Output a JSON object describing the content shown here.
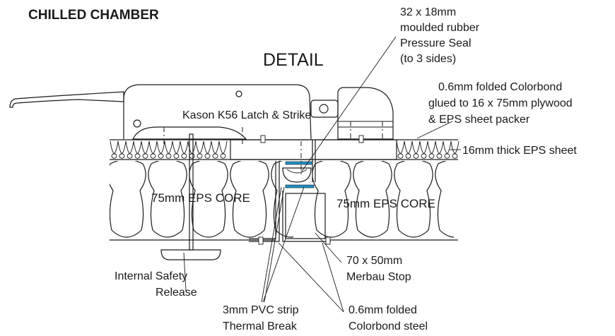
{
  "diagram": {
    "title": "CHILLED CHAMBER",
    "heading": "DETAIL",
    "labels": {
      "seal": [
        "32 x 18mm",
        "moulded rubber",
        "Pressure Seal",
        "(to 3 sides)"
      ],
      "colorbond_packer": [
        "0.6mm folded Colorbond",
        "glued to 16 x 75mm plywood",
        "& EPS sheet packer"
      ],
      "eps_sheet": "16mm thick EPS sheet",
      "latch": "Kason K56 Latch & Strike",
      "core_left": "75mm EPS CORE",
      "core_right": "75mm EPS CORE",
      "merbau": [
        "70 x 50mm",
        "Merbau Stop"
      ],
      "safety": [
        "Internal Safety",
        "Release"
      ],
      "pvc": [
        "3mm PVC strip",
        "Thermal Break"
      ],
      "colorbond_steel": [
        "0.6mm folded",
        "Colorbond steel"
      ]
    },
    "colors": {
      "line": "#1a1a1a",
      "hatch": "#e8961e",
      "pvc_strip": "#1e90c8",
      "latch_grey": "#d6d6d6"
    }
  }
}
